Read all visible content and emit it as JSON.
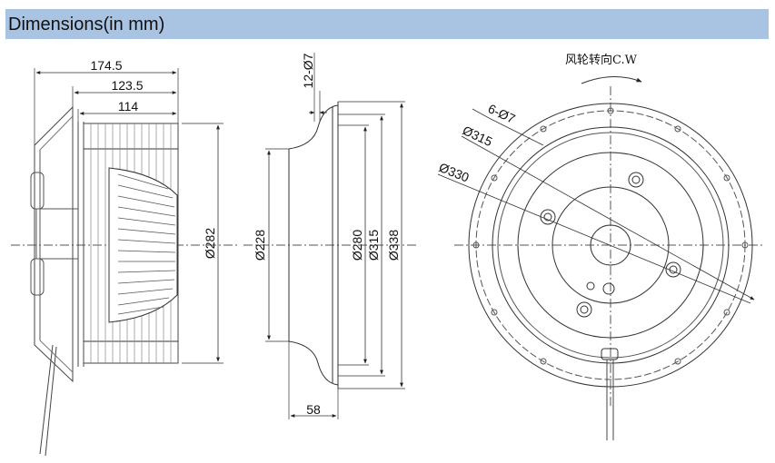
{
  "header": {
    "title": "Dimensions(in mm)"
  },
  "side_view": {
    "dim_overall": "174.5",
    "dim_middle": "123.5",
    "dim_inner": "114",
    "dim_height": "Ø282"
  },
  "section_view": {
    "dim_holes": "12-Ø7",
    "dim_inlet": "Ø228",
    "dim_ring": "Ø280",
    "dim_pcd": "Ø315",
    "dim_flange": "Ø338",
    "dim_depth": "58"
  },
  "front_view": {
    "rotation": "风轮转向C.W",
    "dim_holes": "6-Ø7",
    "dim_315": "Ø315",
    "dim_330": "Ø330"
  }
}
